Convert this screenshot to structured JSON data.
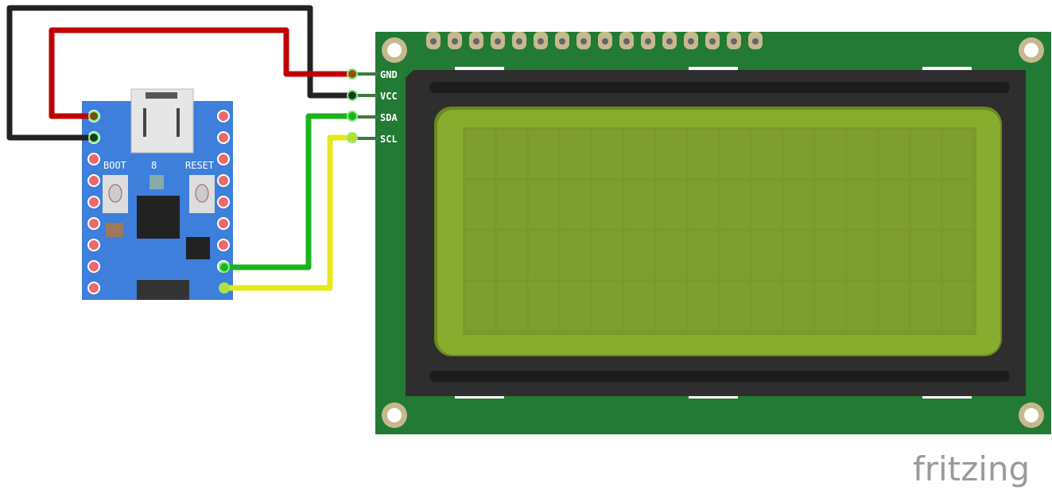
{
  "board": {
    "boot_label": "BOOT",
    "reset_label": "RESET",
    "led_label": "8"
  },
  "lcd": {
    "pins": [
      "GND",
      "VCC",
      "SDA",
      "SCL"
    ],
    "columns": 16,
    "rows": 4
  },
  "wires": [
    {
      "name": "gnd",
      "color": "#c00000"
    },
    {
      "name": "vcc",
      "color": "#222222"
    },
    {
      "name": "sda",
      "color": "#1db31d"
    },
    {
      "name": "scl",
      "color": "#e8e81a"
    }
  ],
  "logo": "fritzing"
}
